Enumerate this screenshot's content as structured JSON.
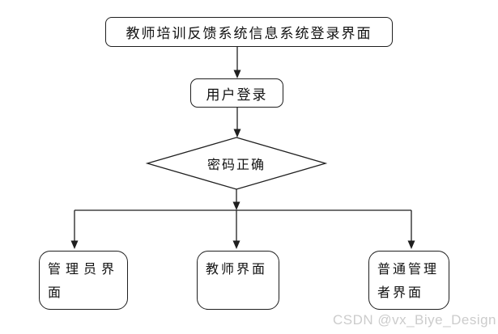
{
  "flowchart": {
    "nodes": {
      "title": {
        "label": "教师培训反馈系统信息系统登录界面"
      },
      "login": {
        "label": "用户登录"
      },
      "decision": {
        "label": "密码正确"
      },
      "admin": {
        "label": "管理员界面",
        "lines": [
          "管理员界",
          "面"
        ]
      },
      "teacher": {
        "label": "教师界面"
      },
      "manager": {
        "label": "普通管理者界面",
        "lines": [
          "普通管理",
          "者界面"
        ]
      }
    },
    "edges": [
      {
        "from": "title",
        "to": "login"
      },
      {
        "from": "login",
        "to": "decision"
      },
      {
        "from": "decision",
        "to": "branch-line"
      },
      {
        "from": "branch-line",
        "to": "admin"
      },
      {
        "from": "branch-line",
        "to": "teacher"
      },
      {
        "from": "branch-line",
        "to": "manager"
      }
    ]
  },
  "watermark": {
    "text": "CSDN @vx_Biye_Design"
  },
  "colors": {
    "stroke": "#1f1f1f",
    "background": "#ffffff",
    "watermark": "#cccccc"
  }
}
